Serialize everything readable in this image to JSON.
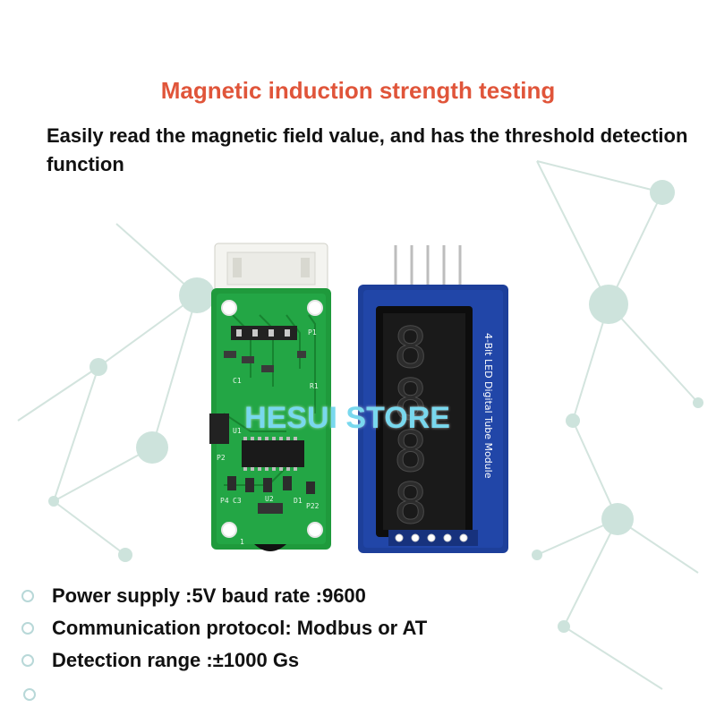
{
  "header": {
    "title": "Magnetic induction strength testing",
    "subtitle": "Easily read the magnetic field value, and has the threshold detection function"
  },
  "image": {
    "watermark": "HESUI STORE",
    "left_board": {
      "labels": [
        "P1",
        "P2",
        "R1",
        "C1",
        "U1",
        "P4",
        "C3",
        "D1",
        "P22",
        "U2",
        "1"
      ]
    },
    "right_board": {
      "label": "4-Bit LED Digital Tube Module",
      "digits": [
        "8",
        "8",
        "8",
        "8"
      ]
    }
  },
  "specs": [
    {
      "text": "Power supply :5V baud rate :9600"
    },
    {
      "text": "Communication protocol: Modbus or AT"
    },
    {
      "text": "Detection range :±1000 Gs"
    }
  ],
  "colors": {
    "title": "#e0553a",
    "watermark": "#79d8ee",
    "pcb_green": "#1f9a3c",
    "pcb_blue": "#1d3f9a",
    "network": "#c9ded6"
  }
}
